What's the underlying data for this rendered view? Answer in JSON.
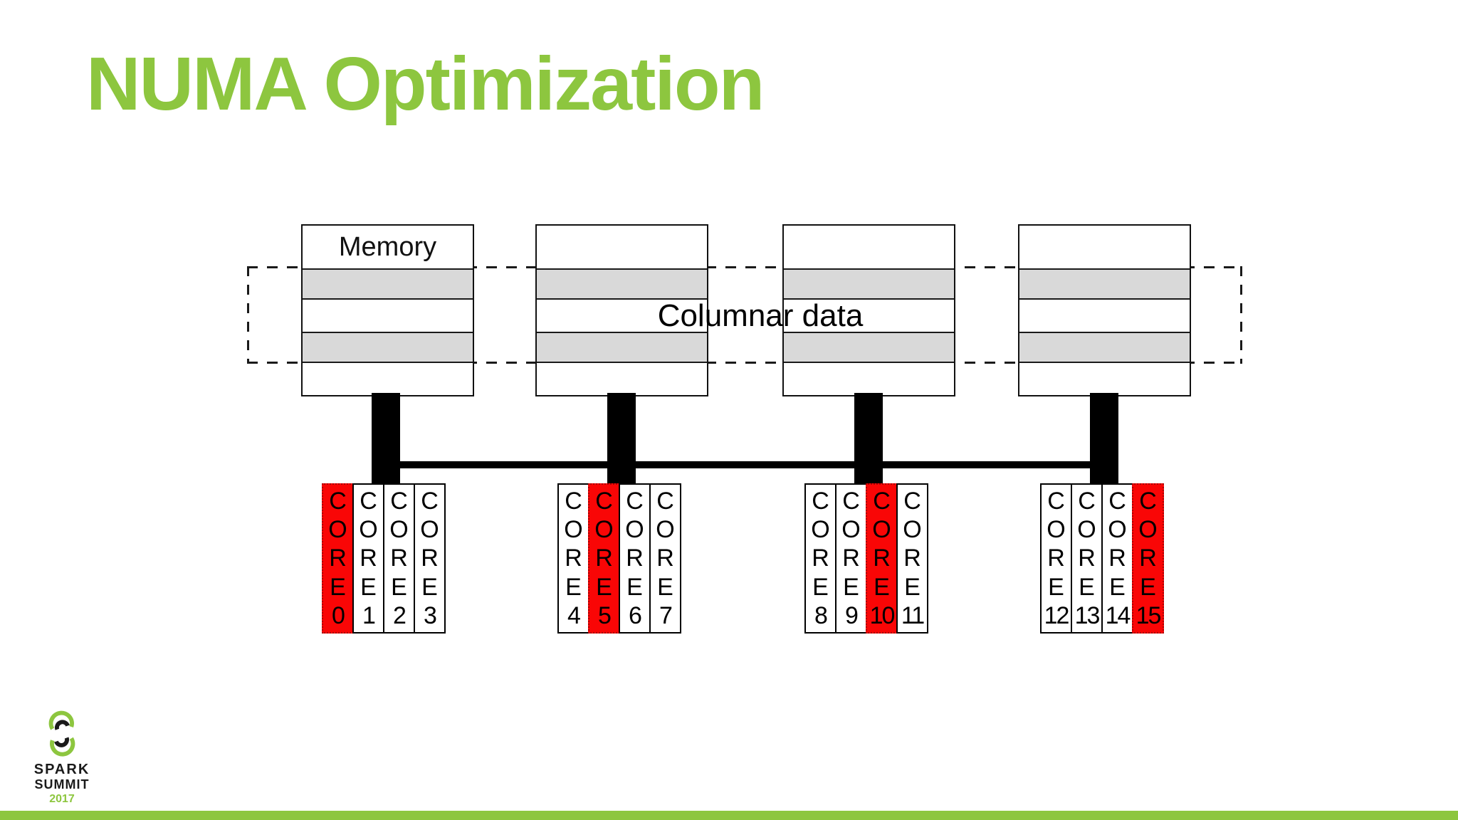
{
  "title": "NUMA Optimization",
  "colors": {
    "accent_green": "#8DC63F",
    "core_red": "#F90606",
    "stripe_gray": "#D9D9D9",
    "line_black": "#000000"
  },
  "diagram": {
    "columnar_label": "Columnar data",
    "memory_boxes": [
      {
        "label": "Memory"
      },
      {
        "label": ""
      },
      {
        "label": ""
      },
      {
        "label": ""
      }
    ],
    "nodes": [
      {
        "cores": [
          {
            "label": "CORE",
            "num": "0",
            "highlighted": true
          },
          {
            "label": "CORE",
            "num": "1",
            "highlighted": false
          },
          {
            "label": "CORE",
            "num": "2",
            "highlighted": false
          },
          {
            "label": "CORE",
            "num": "3",
            "highlighted": false
          }
        ]
      },
      {
        "cores": [
          {
            "label": "CORE",
            "num": "4",
            "highlighted": false
          },
          {
            "label": "CORE",
            "num": "5",
            "highlighted": true
          },
          {
            "label": "CORE",
            "num": "6",
            "highlighted": false
          },
          {
            "label": "CORE",
            "num": "7",
            "highlighted": false
          }
        ]
      },
      {
        "cores": [
          {
            "label": "CORE",
            "num": "8",
            "highlighted": false
          },
          {
            "label": "CORE",
            "num": "9",
            "highlighted": false
          },
          {
            "label": "CORE",
            "num": "10",
            "highlighted": true
          },
          {
            "label": "CORE",
            "num": "11",
            "highlighted": false
          }
        ]
      },
      {
        "cores": [
          {
            "label": "CORE",
            "num": "12",
            "highlighted": false
          },
          {
            "label": "CORE",
            "num": "13",
            "highlighted": false
          },
          {
            "label": "CORE",
            "num": "14",
            "highlighted": false
          },
          {
            "label": "CORE",
            "num": "15",
            "highlighted": true
          }
        ]
      }
    ]
  },
  "footer": {
    "brand_line1": "SPARK",
    "brand_line2": "SUMMIT",
    "brand_year": "2017"
  }
}
